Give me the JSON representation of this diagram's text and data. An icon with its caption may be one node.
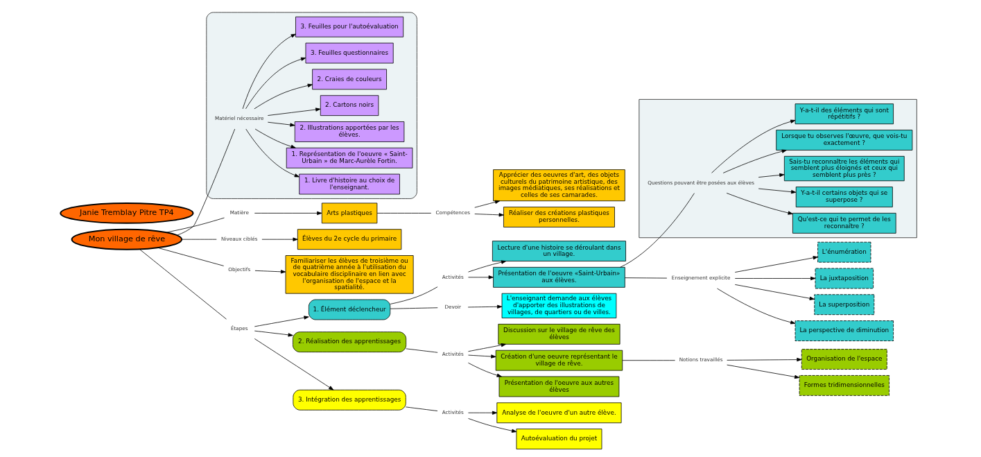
{
  "diagram": {
    "nodes": [
      {
        "text": [
          "Mon village de rêve"
        ]
      },
      {
        "text": [
          "Arts plastiques"
        ]
      },
      {
        "text": [
          "Apprécier des oeuvres d'art, des objets culturels du patrimoine artistique, des images médiatiques, ses réalisations et celles de ses camarades."
        ]
      },
      {
        "text": [
          "Réaliser des créations plastiques personnelles."
        ]
      },
      {
        "text": [
          "Élèves du 2e cycle du primaire"
        ]
      },
      {
        "text": [
          "Familiariser les élèves de troisième ou de quatrième année à l'utilisation du vocabulaire disciplinaire en lien avec l'organisation de l'espace et la spatialité."
        ]
      },
      {
        "text": [
          "1. Élément déclencheur"
        ]
      },
      {
        "text": [
          "2. Réalisation des apprentissages"
        ]
      },
      {
        "text": [
          "3. Intégration des apprentissages"
        ]
      },
      {
        "text": [
          "Lecture d'une histoire se déroulant dans un village."
        ]
      },
      {
        "text": [
          "Présentation de l'oeuvre «Saint-Urbain» aux élèves."
        ]
      },
      {
        "text": [
          "L'enseignant demande aux élèves d'apporter des illustrations de villages, de quartiers ou de villes."
        ]
      },
      {
        "text": [
          "L'énumération"
        ]
      },
      {
        "text": [
          "La juxtaposition"
        ]
      },
      {
        "text": [
          "La superposition"
        ]
      },
      {
        "text": [
          "La perspective de diminution"
        ]
      },
      {
        "text": [],
        "shape": "box"
      },
      {
        "text": [
          "Qu'est-ce qui te permet de les reconnaître ?"
        ],
        "in": 16
      },
      {
        "text": [
          "Y-a-t-il certains objets qui se superpose ?"
        ],
        "in": 16
      },
      {
        "text": [
          "Sais-tu reconnaître les éléments qui semblent plus éloignés et ceux qui semblent plus près ?"
        ],
        "in": 16
      },
      {
        "text": [
          "Lorsque tu observes l'œuvre, que vois-tu exactement ?"
        ],
        "in": 16
      },
      {
        "text": [
          "Y-a-t-il des éléments qui sont répétitifs ?"
        ],
        "in": 16
      },
      {
        "text": [
          "Discussion sur le village de rêve des élèves"
        ]
      },
      {
        "text": [
          "Création d'une oeuvre représentant le village de rêve."
        ]
      },
      {
        "text": [
          "Présentation de l'oeuvre aux autres élèves"
        ]
      },
      {
        "text": [
          "Organisation de l'espace"
        ]
      },
      {
        "text": [
          "Formes tridimensionnelles"
        ]
      },
      {
        "text": [
          "Analyse de l'oeuvre d'un autre élève."
        ]
      },
      {
        "text": [
          "Autoévaluation du projet"
        ]
      },
      {
        "text": [
          "Janie Tremblay Pitre TP4"
        ]
      },
      {
        "text": [],
        "shape": "box"
      },
      {
        "text": [
          "1. Livre d'histoire au choix de l'enseignant."
        ],
        "in": 30
      },
      {
        "text": [
          "1. Représentation de l'oeuvre « Saint-Urbain » de Marc-Aurèle Fortin."
        ],
        "in": 30
      },
      {
        "text": [
          "2. Illustrations apportées par les élèves."
        ],
        "in": 30
      },
      {
        "text": [
          "2. Cartons noirs"
        ],
        "in": 30
      },
      {
        "text": [
          "2. Craies de couleurs"
        ],
        "in": 30
      },
      {
        "text": [
          "3. Feuilles questionnaires"
        ],
        "in": 30
      },
      {
        "text": [
          "3. Feuilles pour l'autoévaluation"
        ],
        "in": 30
      },
      {
        "text": [
          "Compétences"
        ]
      },
      {
        "text": [
          "Matière"
        ]
      },
      {
        "text": [
          "Niveaux ciblés"
        ]
      },
      {
        "text": [
          "Objectifs"
        ]
      },
      {
        "text": [
          "Étapes"
        ]
      },
      {
        "text": [
          "Activités"
        ]
      },
      {
        "text": [
          "Devoir"
        ]
      },
      {
        "text": [
          "Enseignement explicite"
        ]
      },
      {
        "text": [
          "Questions pouvant être posées aux élèves"
        ],
        "in": 16
      },
      {
        "text": [
          "Activités"
        ]
      },
      {
        "text": [
          "Notions travaillés"
        ]
      },
      {
        "text": [
          "Activités"
        ]
      },
      {
        "text": [
          "Matériel nécessaire"
        ],
        "in": 30
      }
    ],
    "edges": [
      {
        "from": 0,
        "to": 39,
        "arrow": "none"
      },
      {
        "from": 39,
        "to": 1,
        "arrow": "to"
      },
      {
        "from": 1,
        "to": 38,
        "arrow": "none"
      },
      {
        "from": 38,
        "to": 2,
        "arrow": "to"
      },
      {
        "from": 38,
        "to": 3,
        "arrow": "to"
      },
      {
        "from": 0,
        "to": 40,
        "arrow": "none"
      },
      {
        "from": 40,
        "to": 4,
        "arrow": "to"
      },
      {
        "from": 0,
        "to": 41,
        "arrow": "none"
      },
      {
        "from": 41,
        "to": 5,
        "arrow": "to"
      },
      {
        "from": 0,
        "to": 42,
        "arrow": "none"
      },
      {
        "from": 42,
        "to": 6,
        "arrow": "to"
      },
      {
        "from": 42,
        "to": 7,
        "arrow": "to"
      },
      {
        "from": 42,
        "to": 8,
        "arrow": "to"
      },
      {
        "from": 6,
        "to": 43,
        "arrow": "none"
      },
      {
        "from": 43,
        "to": 9,
        "arrow": "to"
      },
      {
        "from": 43,
        "to": 10,
        "arrow": "to"
      },
      {
        "from": 6,
        "to": 44,
        "arrow": "none"
      },
      {
        "from": 44,
        "to": 11,
        "arrow": "to"
      },
      {
        "from": 10,
        "to": 45,
        "arrow": "none"
      },
      {
        "from": 45,
        "to": 12,
        "arrow": "to"
      },
      {
        "from": 45,
        "to": 13,
        "arrow": "to"
      },
      {
        "from": 45,
        "to": 14,
        "arrow": "to"
      },
      {
        "from": 45,
        "to": 15,
        "arrow": "to"
      },
      {
        "from": 10,
        "to": 46,
        "arrow": "none"
      },
      {
        "from": 46,
        "to": 17,
        "arrow": "to"
      },
      {
        "from": 46,
        "to": 18,
        "arrow": "to"
      },
      {
        "from": 46,
        "to": 19,
        "arrow": "to"
      },
      {
        "from": 46,
        "to": 20,
        "arrow": "to"
      },
      {
        "from": 46,
        "to": 21,
        "arrow": "to"
      },
      {
        "from": 7,
        "to": 47,
        "arrow": "none"
      },
      {
        "from": 47,
        "to": 22,
        "arrow": "to"
      },
      {
        "from": 47,
        "to": 23,
        "arrow": "to"
      },
      {
        "from": 47,
        "to": 24,
        "arrow": "to"
      },
      {
        "from": 23,
        "to": 48,
        "arrow": "none"
      },
      {
        "from": 48,
        "to": 25,
        "arrow": "to"
      },
      {
        "from": 48,
        "to": 26,
        "arrow": "to"
      },
      {
        "from": 8,
        "to": 49,
        "arrow": "none"
      },
      {
        "from": 49,
        "to": 27,
        "arrow": "to"
      },
      {
        "from": 49,
        "to": 28,
        "arrow": "to"
      },
      {
        "from": 0,
        "to": 50,
        "arrow": "none"
      },
      {
        "from": 50,
        "to": 31,
        "arrow": "to"
      },
      {
        "from": 50,
        "to": 32,
        "arrow": "to"
      },
      {
        "from": 50,
        "to": 33,
        "arrow": "to"
      },
      {
        "from": 50,
        "to": 34,
        "arrow": "to"
      },
      {
        "from": 50,
        "to": 35,
        "arrow": "to"
      },
      {
        "from": 50,
        "to": 36,
        "arrow": "to"
      },
      {
        "from": 50,
        "to": 37,
        "arrow": "to"
      }
    ]
  }
}
